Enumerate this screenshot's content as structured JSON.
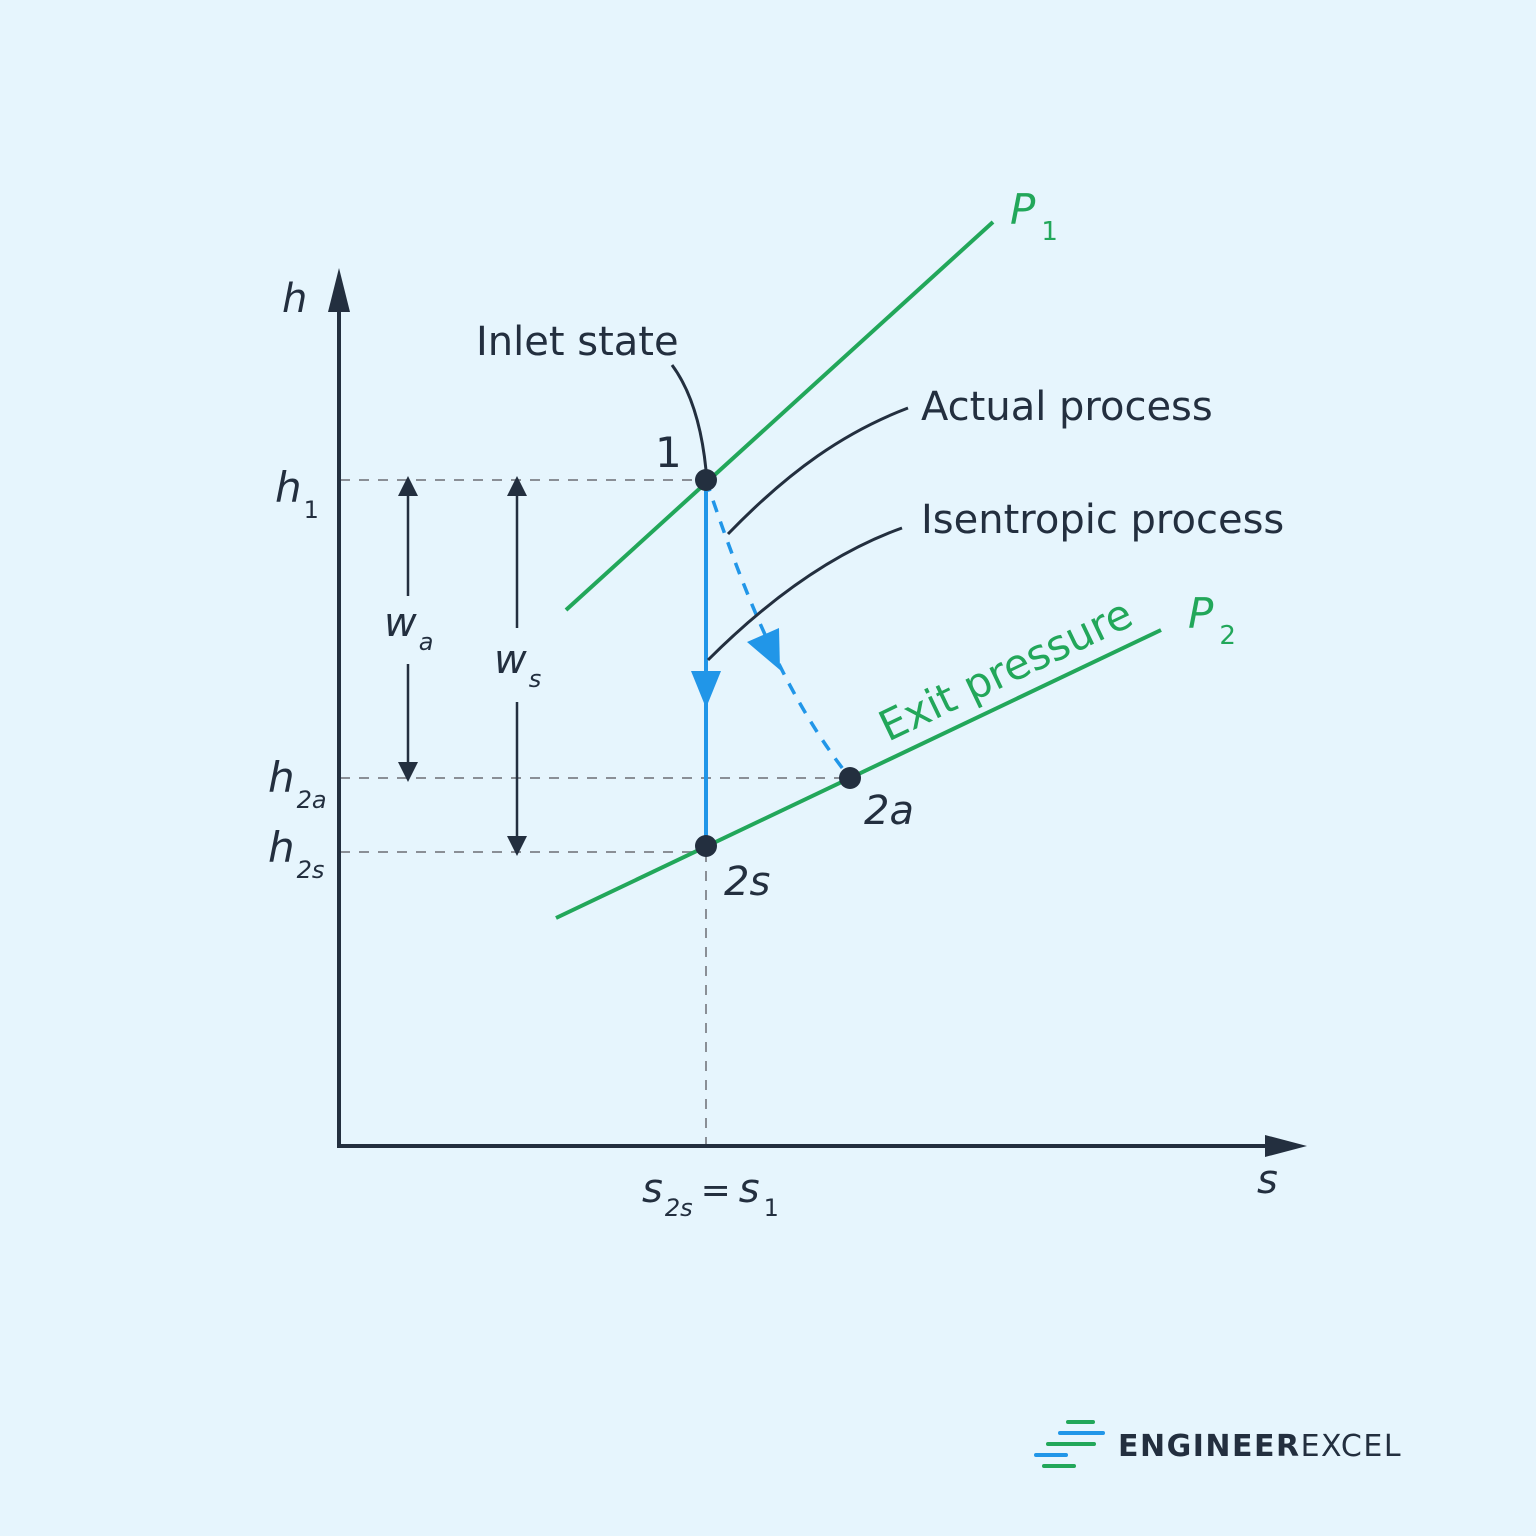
{
  "diagram": {
    "axes": {
      "y_label": "h",
      "x_label": "s"
    },
    "pressure_lines": {
      "p1": {
        "label": "P",
        "sub": "1"
      },
      "p2": {
        "label": "P",
        "sub": "2"
      },
      "exit_label": "Exit pressure"
    },
    "callouts": {
      "inlet": "Inlet state",
      "actual": "Actual process",
      "isentropic": "Isentropic process"
    },
    "states": {
      "s1": "1",
      "s2a": "2a",
      "s2s": "2s"
    },
    "enthalpy_ticks": {
      "h1": {
        "main": "h",
        "sub": "1"
      },
      "h2a": {
        "main": "h",
        "sub": "2a"
      },
      "h2s": {
        "main": "h",
        "sub": "2s"
      }
    },
    "work": {
      "wa": {
        "main": "w",
        "sub": "a"
      },
      "ws": {
        "main": "w",
        "sub": "s"
      }
    },
    "entropy_tick": {
      "left_main": "s",
      "left_sub": "2s",
      "equals": "=",
      "right_main": "s",
      "right_sub": "1"
    },
    "colors": {
      "background": "#e6f5fd",
      "axis": "#232f3f",
      "pressure_line": "#22a75a",
      "process": "#2196e8",
      "guide": "#8a8f96"
    }
  },
  "brand": {
    "name_bold": "ENGINEER",
    "name_light": "EXCEL"
  }
}
